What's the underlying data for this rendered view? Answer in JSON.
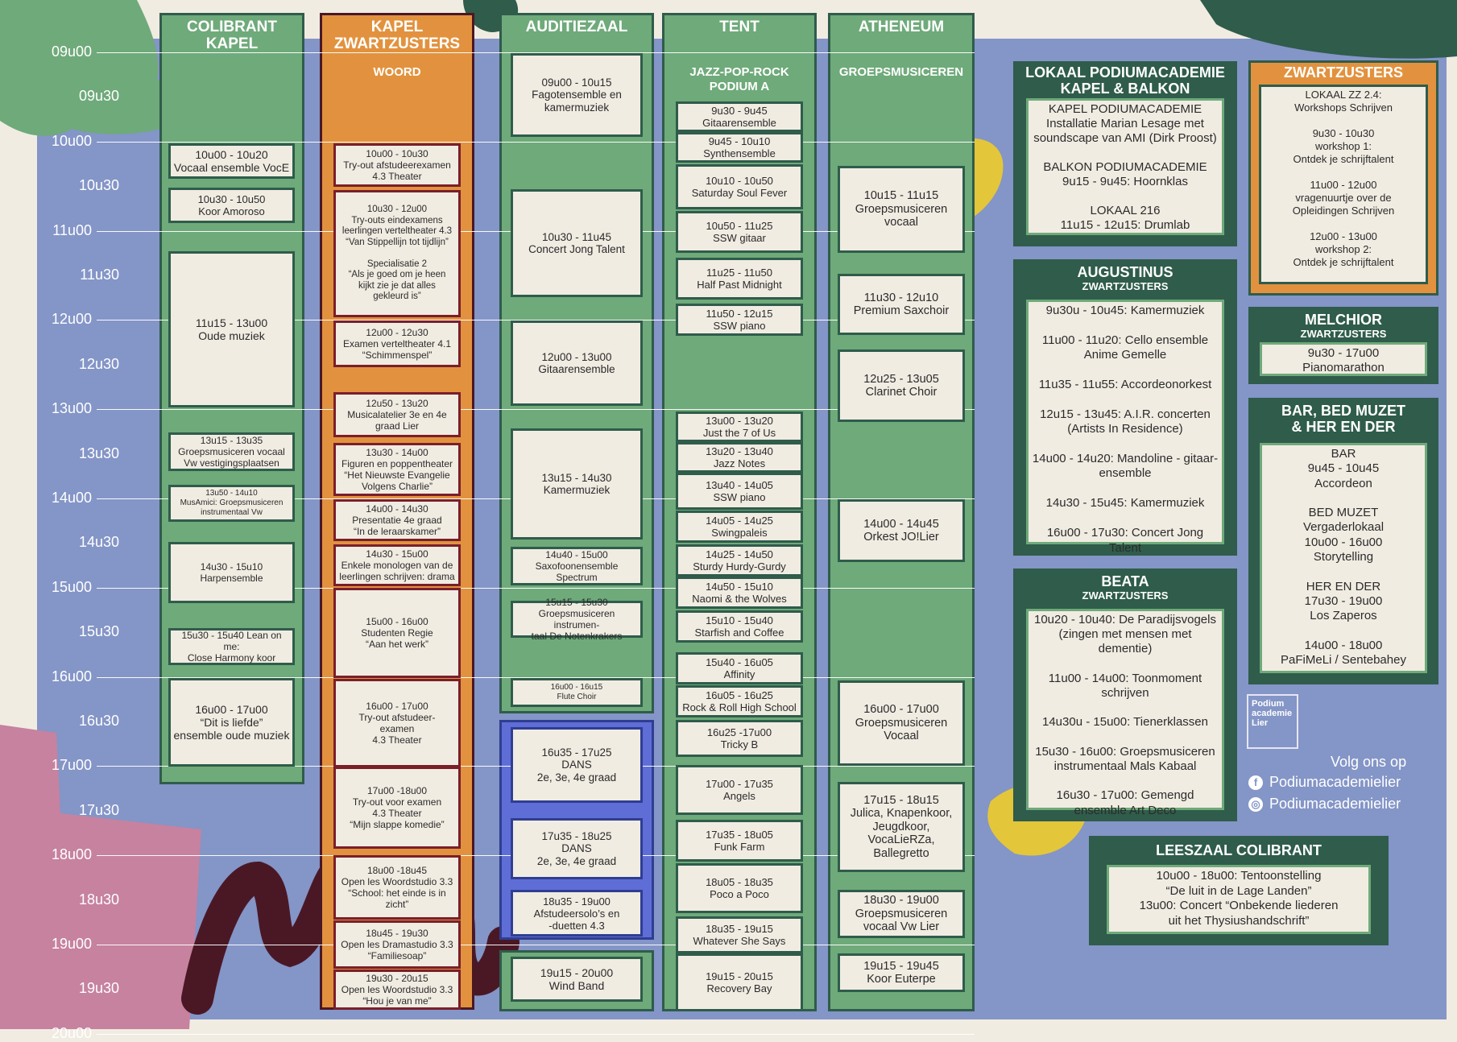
{
  "colors": {
    "green": "#6faa7a",
    "dark_green": "#2f5c4b",
    "orange": "#e2923e",
    "blue_bg": "#8495c7",
    "cream": "#f1ece2",
    "dance_blue": "#5f6ed6"
  },
  "time_labels": [
    "09u00",
    "09u30",
    "10u00",
    "10u30",
    "11u00",
    "11u30",
    "12u00",
    "12u30",
    "13u00",
    "13u30",
    "14u00",
    "14u30",
    "15u00",
    "15u30",
    "16u00",
    "16u30",
    "17u00",
    "17u30",
    "18u00",
    "18u30",
    "19u00",
    "19u30",
    "20u00"
  ],
  "venues": [
    {
      "id": "colibrant",
      "title": "COLIBRANT\nKAPEL",
      "subtitle": "",
      "events": [
        {
          "text": "10u00 - 10u20\nVocaal ensemble VocE"
        },
        {
          "text": "10u30 - 10u50\nKoor Amoroso"
        },
        {
          "text": "11u15 - 13u00\nOude muziek"
        },
        {
          "text": "13u15 - 13u35\nGroepsmusiceren vocaal\nVw vestigingsplaatsen"
        },
        {
          "text": "13u50 - 14u10\nMusAmici: Groepsmusiceren\ninstrumentaal Vw"
        },
        {
          "text": "14u30 - 15u10\nHarpensemble"
        },
        {
          "text": "15u30 - 15u40 Lean on me:\nClose Harmony koor"
        },
        {
          "text": "16u00 - 17u00\n“Dit is liefde”\nensemble oude muziek"
        }
      ]
    },
    {
      "id": "kapel",
      "title": "KAPEL\nZWARTZUSTERS",
      "subtitle": "WOORD",
      "events": [
        {
          "text": "10u00  - 10u30\nTry-out afstudeerexamen\n4.3 Theater"
        },
        {
          "text": "10u30 - 12u00\nTry-outs eindexamens\nleerlingen verteltheater 4.3\n“Van Stippellijn tot tijdlijn”\n\nSpecialisatie 2\n“Als je goed om je heen\nkijkt zie je dat alles\ngekleurd is”"
        },
        {
          "text": "12u00 - 12u30\nExamen verteltheater 4.1\n“Schimmenspel”"
        },
        {
          "text": "12u50 - 13u20\nMusicalatelier 3e en 4e\ngraad Lier"
        },
        {
          "text": "13u30 - 14u00\nFiguren en poppentheater\n“Het Nieuwste Evangelie\nVolgens Charlie”"
        },
        {
          "text": "14u00 - 14u30\nPresentatie 4e graad\n“In de leraarskamer”"
        },
        {
          "text": "14u30 - 15u00\nEnkele monologen van de\nleerlingen schrijven: drama"
        },
        {
          "text": "15u00 - 16u00\nStudenten Regie\n“Aan het werk”"
        },
        {
          "text": "16u00 - 17u00\nTry-out afstudeer-\nexamen\n4.3 Theater"
        },
        {
          "text": "17u00 -18u00\nTry-out voor examen\n4.3 Theater\n“Mijn slappe komedie”"
        },
        {
          "text": "18u00 -18u45\nOpen les Woordstudio 3.3\n“School: het einde is in\nzicht”"
        },
        {
          "text": "18u45 - 19u30\nOpen les Dramastudio 3.3\n“Familiesoap”"
        },
        {
          "text": "19u30 - 20u15\nOpen les Woordstudio 3.3\n“Hou je van me”"
        }
      ]
    },
    {
      "id": "auditiezaal",
      "title": "AUDITIEZAAL",
      "subtitle": "",
      "events": [
        {
          "text": "09u00 - 10u15\nFagotensemble en\nkamermuziek"
        },
        {
          "text": "10u30 - 11u45\nConcert Jong Talent"
        },
        {
          "text": "12u00 - 13u00\nGitaarensemble"
        },
        {
          "text": "13u15 - 14u30\nKamermuziek"
        },
        {
          "text": "14u40 - 15u00\nSaxofoonensemble\nSpectrum"
        },
        {
          "text": "15u15 - 15u30\nGroepsmusiceren instrumen-\ntaal De Notenkrakers"
        },
        {
          "text": "16u00 - 16u15\nFlute Choir"
        },
        {
          "text": "16u35 - 17u25\nDANS\n2e, 3e, 4e graad"
        },
        {
          "text": "17u35 - 18u25\nDANS\n2e, 3e, 4e graad"
        },
        {
          "text": "18u35 - 19u00\nAfstudeersolo’s en\n-duetten 4.3"
        },
        {
          "text": "19u15 - 20u00\nWind Band"
        }
      ]
    },
    {
      "id": "tent",
      "title": "TENT",
      "subtitle": "JAZZ-POP-ROCK\nPODIUM A",
      "events": [
        {
          "text": "9u30 - 9u45\nGitaarensemble"
        },
        {
          "text": "9u45 - 10u10\nSynthensemble"
        },
        {
          "text": "10u10 - 10u50\nSaturday Soul Fever"
        },
        {
          "text": "10u50 - 11u25\nSSW gitaar"
        },
        {
          "text": "11u25 - 11u50\nHalf Past Midnight"
        },
        {
          "text": "11u50 - 12u15\nSSW piano"
        },
        {
          "text": "13u00 - 13u20\nJust the 7 of Us"
        },
        {
          "text": "13u20 - 13u40\nJazz Notes"
        },
        {
          "text": "13u40 - 14u05\nSSW piano"
        },
        {
          "text": "14u05 - 14u25\nSwingpaleis"
        },
        {
          "text": "14u25 - 14u50\nSturdy Hurdy-Gurdy"
        },
        {
          "text": "14u50 - 15u10\nNaomi & the Wolves"
        },
        {
          "text": "15u10 - 15u40\nStarfish and Coffee"
        },
        {
          "text": "15u40 - 16u05\nAffinity"
        },
        {
          "text": "16u05 - 16u25\nRock & Roll High School"
        },
        {
          "text": "16u25 -17u00\nTricky B"
        },
        {
          "text": "17u00 - 17u35\nAngels"
        },
        {
          "text": "17u35 - 18u05\nFunk Farm"
        },
        {
          "text": "18u05 - 18u35\nPoco a Poco"
        },
        {
          "text": "18u35 - 19u15\nWhatever She Says"
        },
        {
          "text": "19u15 - 20u15\nRecovery Bay"
        }
      ]
    },
    {
      "id": "atheneum",
      "title": "ATHENEUM",
      "subtitle": "GROEPSMUSICEREN",
      "events": [
        {
          "text": "10u15 - 11u15\nGroepsmusiceren\nvocaal"
        },
        {
          "text": "11u30 - 12u10\nPremium Saxchoir"
        },
        {
          "text": "12u25 - 13u05\nClarinet Choir"
        },
        {
          "text": "14u00 - 14u45\nOrkest JO!Lier"
        },
        {
          "text": "16u00 - 17u00\nGroepsmusiceren\nVocaal"
        },
        {
          "text": "17u15 - 18u15\nJulica, Knapenkoor,\nJeugdkoor,\nVocaLieRZa,\nBallegretto"
        },
        {
          "text": "18u30 - 19u00\nGroepsmusiceren\nvocaal Vw Lier"
        },
        {
          "text": "19u15 - 19u45\nKoor Euterpe"
        }
      ]
    }
  ],
  "side_panels": [
    {
      "id": "lokaal",
      "title": "LOKAAL PODIUMACADEMIE\nKAPEL & BALKON",
      "subtitle": "",
      "body": "KAPEL PODIUMACADEMIE\nInstallatie Marian Lesage met\nsoundscape van AMI (Dirk Proost)\n\nBALKON PODIUMACADEMIE\n9u15 - 9u45: Hoornklas\n\nLOKAAL 216\n11u15 - 12u15: Drumlab"
    },
    {
      "id": "zwartzusters",
      "title": "ZWARTZUSTERS",
      "subtitle": "",
      "body": "LOKAAL ZZ 2.4:\nWorkshops Schrijven\n\n9u30 - 10u30\nworkshop 1:\nOntdek je schrijftalent\n\n11u00 - 12u00\nvragenuurtje over de\nOpleidingen Schrijven\n\n12u00 - 13u00\nworkshop 2:\nOntdek je schrijftalent"
    },
    {
      "id": "augustinus",
      "title": "AUGUSTINUS",
      "subtitle": "ZWARTZUSTERS",
      "body": "9u30u - 10u45: Kamermuziek\n\n11u00 - 11u20: Cello ensemble\nAnime Gemelle\n\n11u35 - 11u55: Accordeonorkest\n\n12u15 - 13u45: A.I.R. concerten\n(Artists In Residence)\n\n14u00 - 14u20: Mandoline - gitaar-\nensemble\n\n14u30 - 15u45: Kamermuziek\n\n16u00 - 17u30: Concert Jong Talent"
    },
    {
      "id": "melchior",
      "title": "MELCHIOR",
      "subtitle": "ZWARTZUSTERS",
      "body": "9u30 - 17u00\nPianomarathon"
    },
    {
      "id": "bar",
      "title": "BAR, BED MUZET\n& HER EN DER",
      "subtitle": "",
      "body": "BAR\n9u45 - 10u45\nAccordeon\n\nBED MUZET\nVergaderlokaal\n10u00 - 16u00\nStorytelling\n\nHER EN DER\n17u30 - 19u00\nLos Zaperos\n\n14u00 - 18u00\nPaFiMeLi / Sentebahey"
    },
    {
      "id": "beata",
      "title": "BEATA",
      "subtitle": "ZWARTZUSTERS",
      "body": "10u20 - 10u40: De Paradijsvogels\n(zingen met mensen met dementie)\n\n11u00 - 14u00: Toonmoment\nschrijven\n\n14u30u - 15u00: Tienerklassen\n\n15u30 - 16u00: Groepsmusiceren\ninstrumentaal Mals Kabaal\n\n16u30 - 17u00: Gemengd\nensemble Art Deco"
    },
    {
      "id": "leeszaal",
      "title": "LEESZAAL COLIBRANT",
      "subtitle": "",
      "body": "10u00 - 18u00: Tentoonstelling\n“De luit in de Lage Landen”\n13u00: Concert “Onbekende liederen\nuit het Thysiushandschrift”"
    }
  ],
  "logo": {
    "text": "Podium\nacademie\nLier"
  },
  "follow": {
    "label": "Volg ons op",
    "facebook": "Podiumacademielier",
    "instagram": "Podiumacademielier",
    "facebook_icon": "facebook-icon",
    "instagram_icon": "instagram-icon"
  }
}
